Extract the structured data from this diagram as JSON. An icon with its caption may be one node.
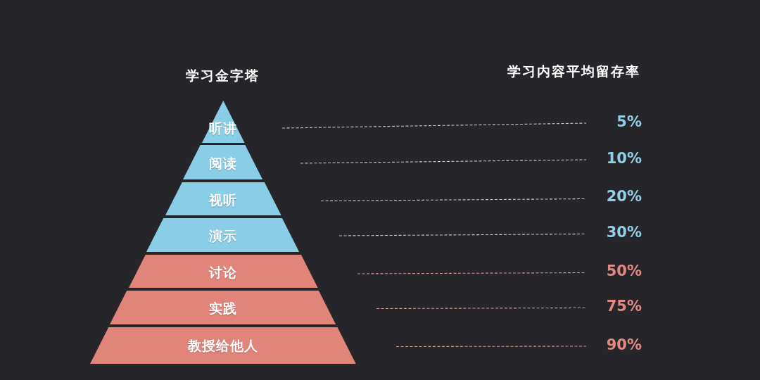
{
  "diagram": {
    "nodes": [
      {
        "text": [
          "听讲"
        ]
      },
      {
        "text": [
          "阅读"
        ]
      },
      {
        "text": [
          "视听"
        ]
      },
      {
        "text": [
          "演示"
        ]
      },
      {
        "text": [
          "讨论"
        ]
      },
      {
        "text": [
          "实践"
        ]
      },
      {
        "text": [
          "教授给他人"
        ]
      },
      {
        "text": [
          "5%"
        ]
      },
      {
        "text": [
          "10%"
        ]
      },
      {
        "text": [
          "20%"
        ]
      },
      {
        "text": [
          "30%"
        ]
      },
      {
        "text": [
          "50%"
        ]
      },
      {
        "text": [
          "75%"
        ]
      },
      {
        "text": [
          "90%"
        ]
      }
    ],
    "edges": [
      {
        "from": 0,
        "to": 7,
        "arrow": "none",
        "style": "dashed"
      },
      {
        "from": 1,
        "to": 8,
        "arrow": "none",
        "style": "dashed"
      },
      {
        "from": 2,
        "to": 9,
        "arrow": "none",
        "style": "dashed"
      },
      {
        "from": 3,
        "to": 10,
        "arrow": "none",
        "style": "dashed"
      },
      {
        "from": 4,
        "to": 11,
        "arrow": "none",
        "style": "dashed",
        "color": "#d4968e"
      },
      {
        "from": 5,
        "to": 12,
        "arrow": "none",
        "style": "dashed",
        "color": "#d4968e"
      },
      {
        "from": 6,
        "to": 13,
        "arrow": "none",
        "style": "dashed",
        "color": "#d4968e"
      }
    ],
    "labels": [
      "学习金字塔",
      "学习内容平均留存率"
    ]
  }
}
